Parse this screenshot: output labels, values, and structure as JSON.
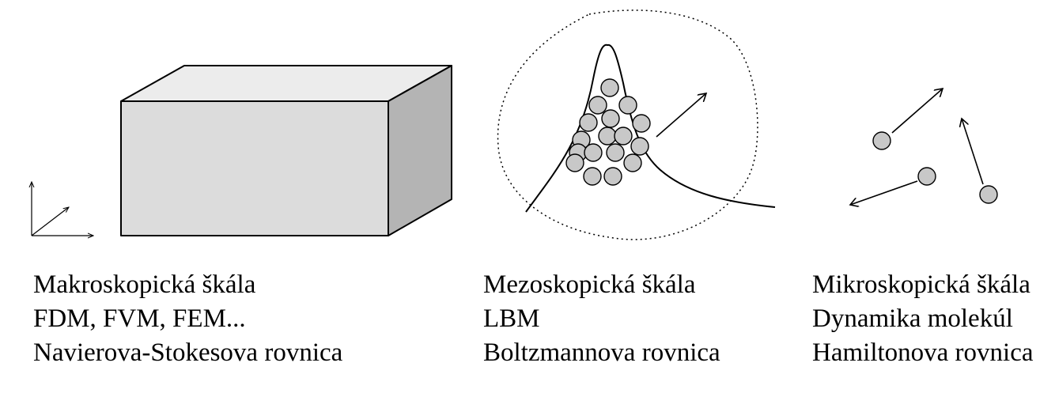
{
  "scales": [
    {
      "title": "Makroskopická škála",
      "method": "FDM, FVM, FEM...",
      "equation": "Navierova-Stokesova rovnica"
    },
    {
      "title": "Mezoskopická škála",
      "method": "LBM",
      "equation": "Boltzmannova rovnica"
    },
    {
      "title": "Mikroskopická škála",
      "method": "Dynamika molekúl",
      "equation": "Hamiltonova rovnica"
    }
  ],
  "colors": {
    "box_front": "#dcdcdc",
    "box_top": "#ececec",
    "box_side": "#b4b4b4",
    "particle": "#c8c8c8",
    "stroke": "#000000"
  }
}
